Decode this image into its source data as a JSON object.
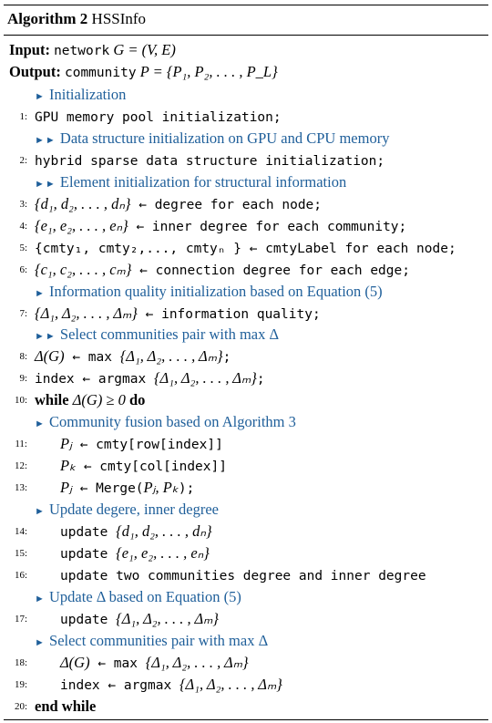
{
  "caption": {
    "label": "Algorithm 2",
    "name": "HSSInfo"
  },
  "header": {
    "input_kw": "Input:",
    "input_word": "network",
    "input_math": "G = (V, E)",
    "output_kw": "Output:",
    "output_word": "community",
    "output_math": "P = {P₁, P₂, . . . , P_L}"
  },
  "lines": [
    {
      "type": "comment",
      "indent": 1,
      "arrow": "►",
      "text": "Initialization"
    },
    {
      "type": "step",
      "num": "1:",
      "indent": 0,
      "parts": [
        [
          "mono",
          "GPU memory pool initialization;"
        ]
      ]
    },
    {
      "type": "comment",
      "indent": 1,
      "arrow": "►►",
      "text": "Data structure initialization on GPU and CPU memory"
    },
    {
      "type": "step",
      "num": "2:",
      "indent": 0,
      "parts": [
        [
          "mono",
          "hybrid sparse data structure initialization;"
        ]
      ]
    },
    {
      "type": "comment",
      "indent": 1,
      "arrow": "►►",
      "text": "Element initialization for structural information"
    },
    {
      "type": "step",
      "num": "3:",
      "indent": 0,
      "parts": [
        [
          "math",
          "{d₁, d₂, . . . , dₙ}"
        ],
        [
          "mono",
          " ← degree for each node;"
        ]
      ]
    },
    {
      "type": "step",
      "num": "4:",
      "indent": 0,
      "parts": [
        [
          "math",
          "{e₁, e₂, . . . , eₙ}"
        ],
        [
          "mono",
          " ← inner degree for each community;"
        ]
      ]
    },
    {
      "type": "step",
      "num": "5:",
      "indent": 0,
      "parts": [
        [
          "mono",
          "{cmty₁, cmty₂,..., cmtyₙ } ← cmtyLabel for each node;"
        ]
      ]
    },
    {
      "type": "step",
      "num": "6:",
      "indent": 0,
      "parts": [
        [
          "math",
          "{c₁, c₂, . . . , cₘ}"
        ],
        [
          "mono",
          " ← connection degree for each edge;"
        ]
      ]
    },
    {
      "type": "comment",
      "indent": 1,
      "arrow": "►",
      "text": "Information quality initialization based on Equation (5)"
    },
    {
      "type": "step",
      "num": "7:",
      "indent": 0,
      "parts": [
        [
          "math",
          "{Δ₁, Δ₂, . . . , Δₘ}"
        ],
        [
          "mono",
          " ← information quality;"
        ]
      ]
    },
    {
      "type": "comment",
      "indent": 1,
      "arrow": "►►",
      "text": "Select communities pair with max Δ"
    },
    {
      "type": "step",
      "num": "8:",
      "indent": 0,
      "parts": [
        [
          "math",
          "Δ(G)"
        ],
        [
          "mono",
          " ← max "
        ],
        [
          "math",
          "{Δ₁, Δ₂, . . . , Δₘ}"
        ],
        [
          "mono",
          ";"
        ]
      ]
    },
    {
      "type": "step",
      "num": "9:",
      "indent": 0,
      "parts": [
        [
          "mono",
          "index ← argmax "
        ],
        [
          "math",
          "{Δ₁, Δ₂, . . . , Δₘ}"
        ],
        [
          "mono",
          ";"
        ]
      ]
    },
    {
      "type": "step",
      "num": "10:",
      "indent": 0,
      "parts": [
        [
          "kw",
          "while "
        ],
        [
          "math",
          "Δ(G) ≥ 0 "
        ],
        [
          "kw",
          "do"
        ]
      ]
    },
    {
      "type": "comment",
      "indent": 1,
      "arrow": "►",
      "text": "Community fusion based on Algorithm 3"
    },
    {
      "type": "step",
      "num": "11:",
      "indent": 1,
      "parts": [
        [
          "math",
          "Pⱼ"
        ],
        [
          "mono",
          " ← cmty[row[index]]"
        ]
      ]
    },
    {
      "type": "step",
      "num": "12:",
      "indent": 1,
      "parts": [
        [
          "math",
          "Pₖ"
        ],
        [
          "mono",
          " ← cmty[col[index]]"
        ]
      ]
    },
    {
      "type": "step",
      "num": "13:",
      "indent": 1,
      "parts": [
        [
          "math",
          "Pⱼ"
        ],
        [
          "mono",
          " ← Merge("
        ],
        [
          "math",
          "Pⱼ, Pₖ"
        ],
        [
          "mono",
          ");"
        ]
      ]
    },
    {
      "type": "comment",
      "indent": 1,
      "arrow": "►",
      "text": "Update degere, inner degree"
    },
    {
      "type": "step",
      "num": "14:",
      "indent": 1,
      "parts": [
        [
          "mono",
          "update "
        ],
        [
          "math",
          "{d₁, d₂, . . . , dₙ}"
        ]
      ]
    },
    {
      "type": "step",
      "num": "15:",
      "indent": 1,
      "parts": [
        [
          "mono",
          "update "
        ],
        [
          "math",
          "{e₁, e₂, . . . , eₙ}"
        ]
      ]
    },
    {
      "type": "step",
      "num": "16:",
      "indent": 1,
      "parts": [
        [
          "mono",
          "update two communities degree and inner degree"
        ]
      ]
    },
    {
      "type": "comment",
      "indent": 1,
      "arrow": "►",
      "text": "Update Δ based on Equation (5)"
    },
    {
      "type": "step",
      "num": "17:",
      "indent": 1,
      "parts": [
        [
          "mono",
          "update "
        ],
        [
          "math",
          "{Δ₁, Δ₂, . . . , Δₘ}"
        ]
      ]
    },
    {
      "type": "comment",
      "indent": 1,
      "arrow": "►",
      "text": "Select communities pair with max Δ"
    },
    {
      "type": "step",
      "num": "18:",
      "indent": 1,
      "parts": [
        [
          "math",
          "Δ(G)"
        ],
        [
          "mono",
          " ← max "
        ],
        [
          "math",
          "{Δ₁, Δ₂, . . . , Δₘ}"
        ]
      ]
    },
    {
      "type": "step",
      "num": "19:",
      "indent": 1,
      "parts": [
        [
          "mono",
          "index ← argmax "
        ],
        [
          "math",
          "{Δ₁, Δ₂, . . . , Δₘ}"
        ]
      ]
    },
    {
      "type": "step",
      "num": "20:",
      "indent": 0,
      "parts": [
        [
          "kw",
          "end while"
        ]
      ]
    }
  ]
}
